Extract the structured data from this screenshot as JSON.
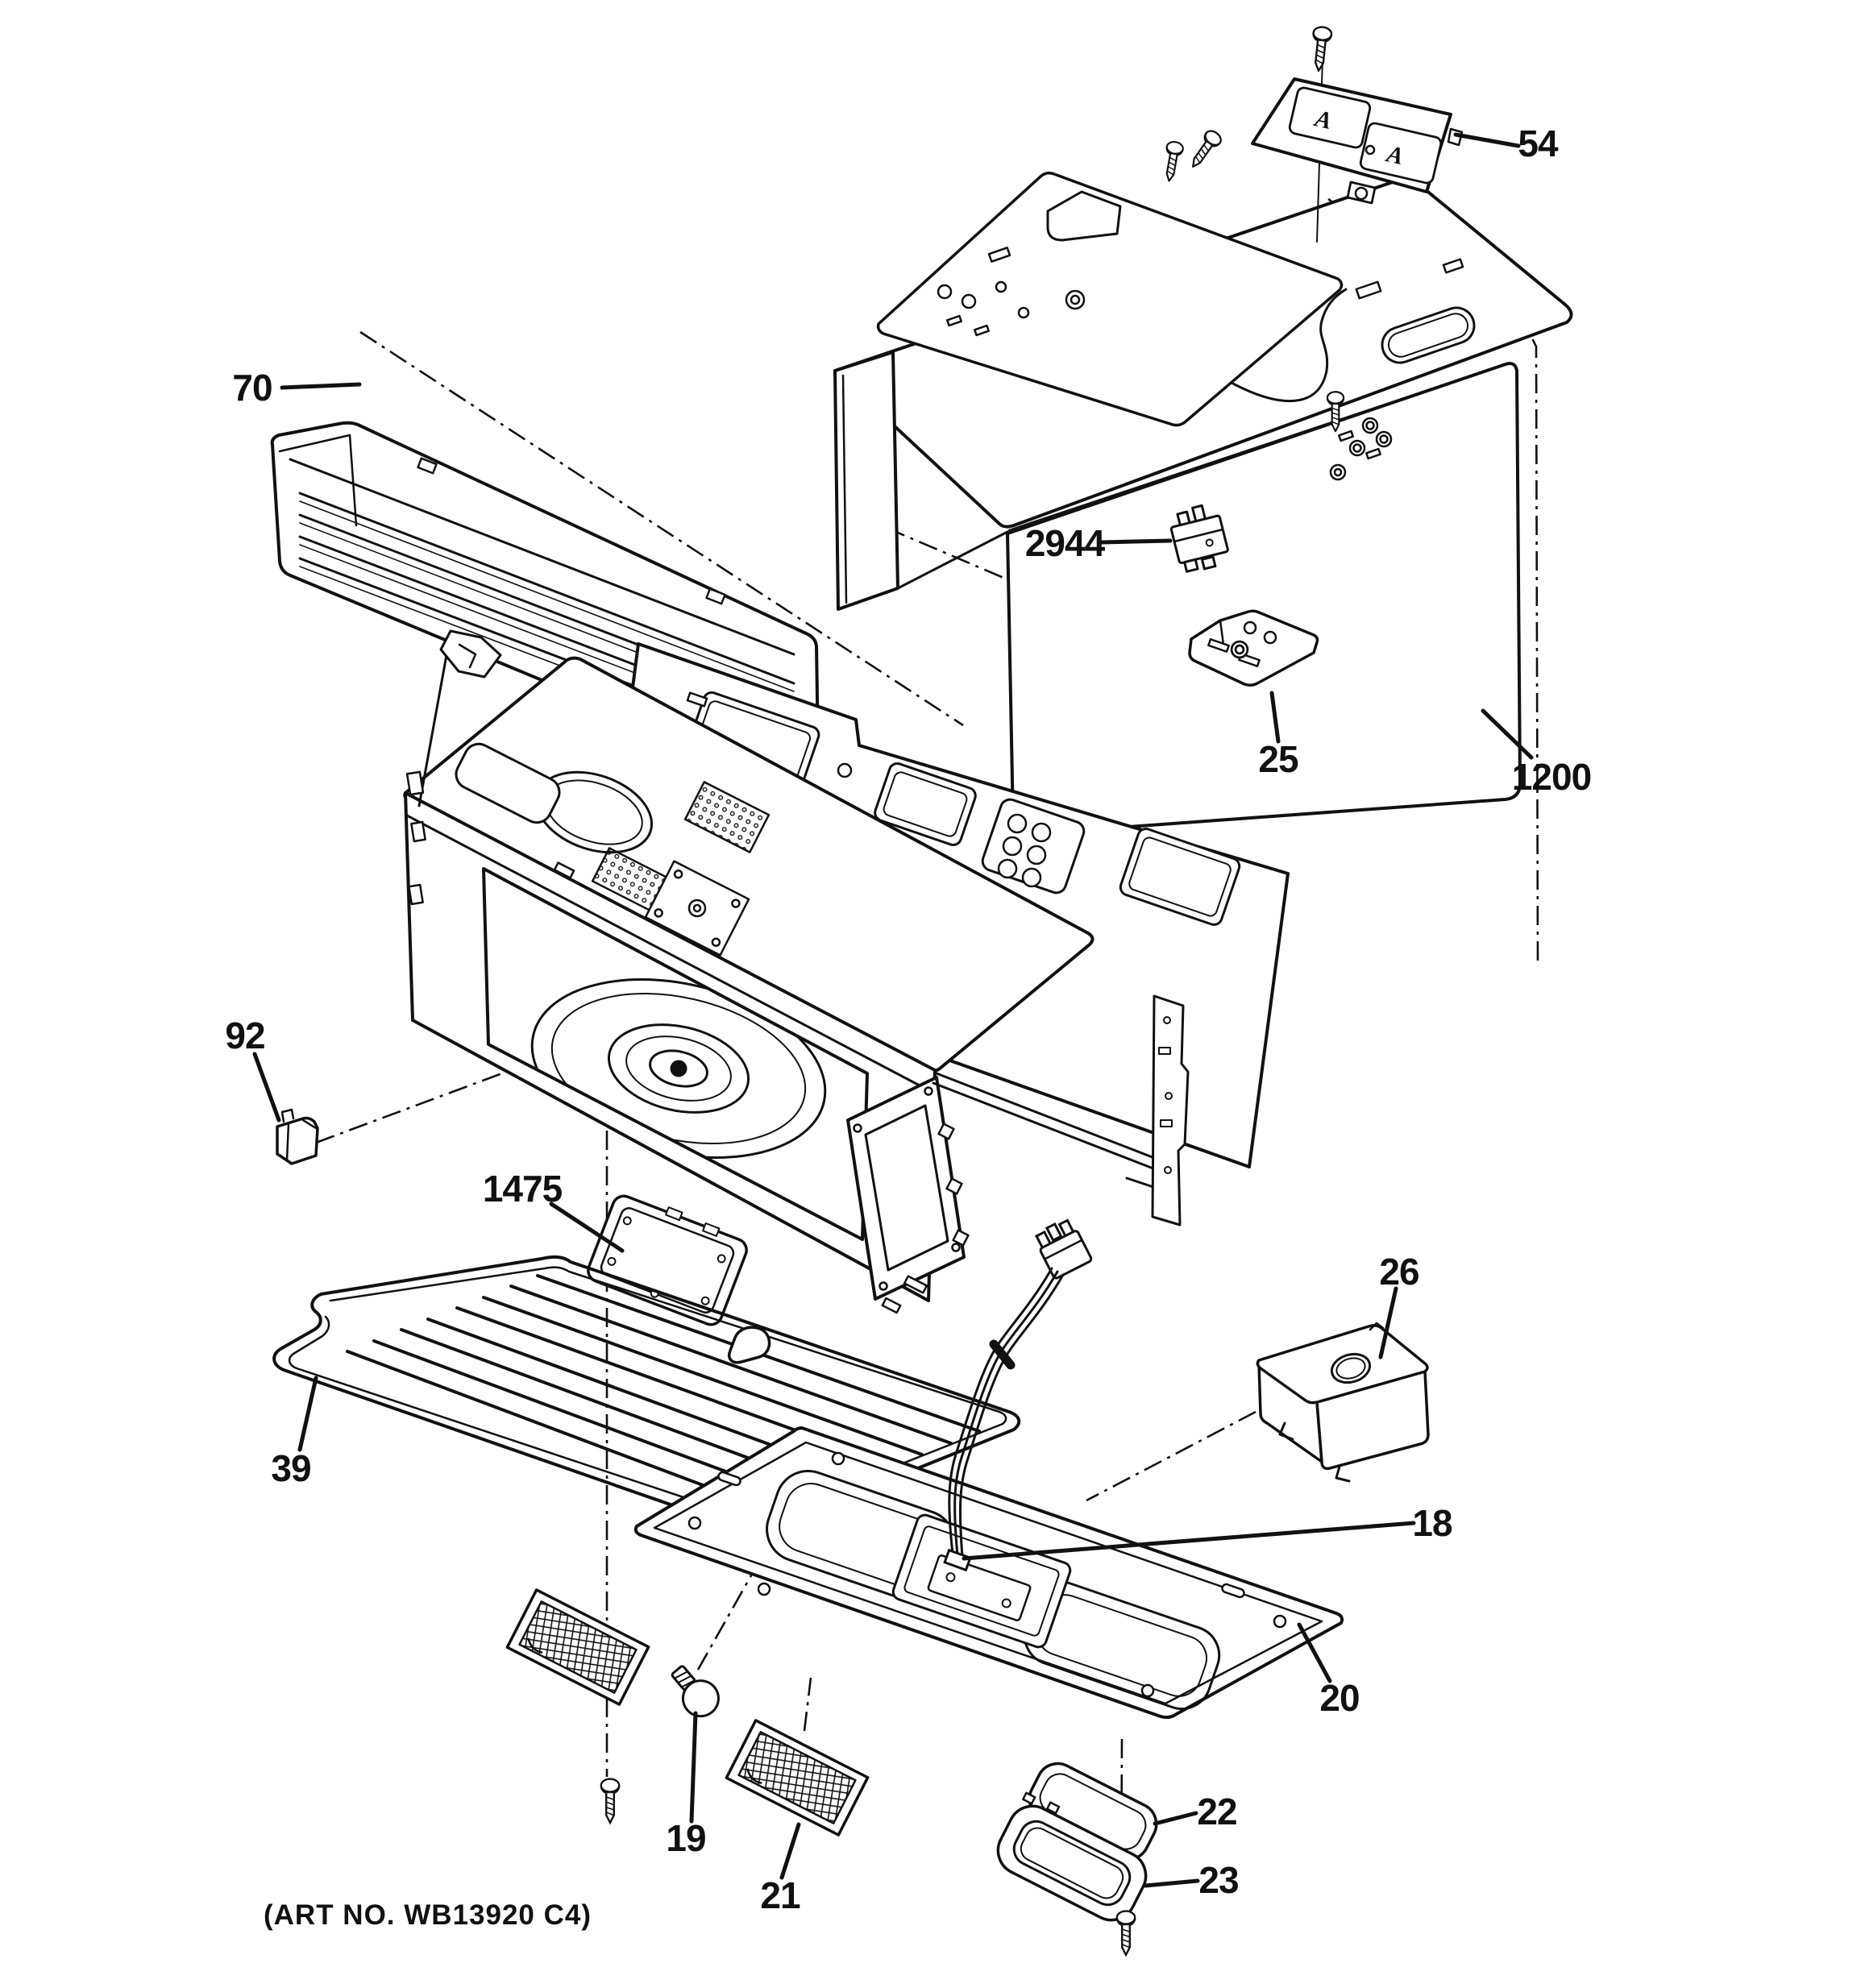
{
  "diagram": {
    "art_no": "(ART NO. WB13920 C4)",
    "plate_markings": [
      "A",
      "A"
    ],
    "part_labels": [
      {
        "text": "70"
      },
      {
        "text": "54"
      },
      {
        "text": "2944"
      },
      {
        "text": "25"
      },
      {
        "text": "1200"
      },
      {
        "text": "92"
      },
      {
        "text": "1475"
      },
      {
        "text": "39"
      },
      {
        "text": "26"
      },
      {
        "text": "18"
      },
      {
        "text": "20"
      },
      {
        "text": "19"
      },
      {
        "text": "21"
      },
      {
        "text": "22"
      },
      {
        "text": "23"
      }
    ]
  }
}
